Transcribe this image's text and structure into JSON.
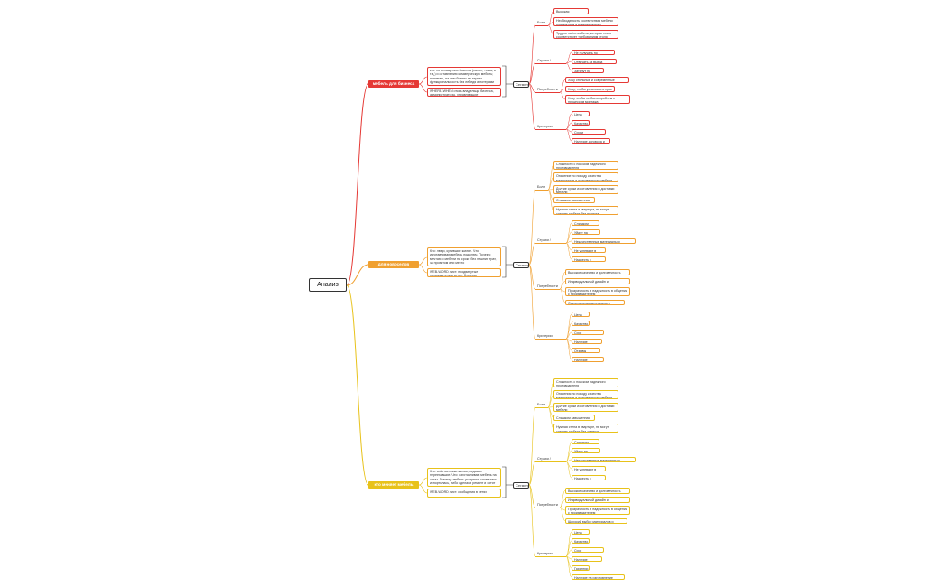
{
  "root": "Анализ ЦА",
  "colors": {
    "red": "#e53935",
    "orange": "#f0a030",
    "yellow": "#e8c21a",
    "root": "#333333"
  },
  "branches": [
    {
      "label": "мебель для бизнеса",
      "color": "red",
      "descriptions": [
        "кто: по оснащению бизнеса (салон, точка, и т.д.) и оставлению коммерческую мебель; понимаю, на чем бизнес не теряет функциональность без лебедя и потерями",
        "WHERE-WHEN отказ-владельцы бизнеса, администраторы, управляющие"
      ],
      "segment": "Сегмент",
      "categories": [
        {
          "name": "Боли",
          "items": [
            "Высокая конкуренция",
            "Необходимость соответствия мебели концепциям и поведенческим ожиданиям, что требует уникального и качественного продукта",
            "Трудно найти мебель, которая точно соответствует требованиям стиля"
          ]
        },
        {
          "name": "Страхи / возражения",
          "items": [
            "Не получить по ожиданиям",
            "Отвечать за выход бюджета",
            "Затянут по срокам"
          ]
        },
        {
          "name": "Потребности",
          "items": [
            "Хочу стильные и современные интерьеры",
            "Хочу, чтобы установка в срок",
            "Хочу чтобы не было проблем с процессом монтажа"
          ]
        },
        {
          "name": "Критерии выбора",
          "items": [
            "Цена",
            "Качество",
            "Сроки изготовления",
            "Наличие договора и ИП"
          ]
        }
      ]
    },
    {
      "label": "для новоселов",
      "color": "orange",
      "descriptions": [
        "Кто: люди, купившие жилье. Что: изготавливаю мебель под ключ. Почему: мечтаю о мебели на сроке без лишних трат, за проектом или место",
        "WEB-WORD лист: продвинутые пользователи в сетях, блогеры"
      ],
      "segment": "Сегмент",
      "categories": [
        {
          "name": "Боли",
          "items": [
            "Сложности с поиском надежного производителя",
            "Опасение по поводу качества материалов и долговечности мебели",
            "Долгие сроки изготовления и доставки мебели",
            "Слишком завышенная цена",
            "Нужная стена и квартира, не могут сделать мебель без проекта"
          ]
        },
        {
          "name": "Страхи / возражения",
          "items": [
            "Слишком дорого",
            "Уйдут на монтаж",
            "Некачественные материалы и исполнение",
            "Не успевают в срок",
            "Надоесть с мебелью"
          ]
        },
        {
          "name": "Потребности",
          "items": [
            "Высокое качество и долговечность мебели",
            "Индивидуальный дизайн и персонализация",
            "Прозрачность и надежность в общении с производителем",
            "Оригинальная материалы и фурнитура"
          ]
        },
        {
          "name": "Критерии выбора",
          "items": [
            "Цена",
            "Качество",
            "Срок изготовления",
            "Наличие гарантии",
            "Отзывы клиентов",
            "Наличие портфолио"
          ]
        }
      ]
    },
    {
      "label": "кто меняет мебель",
      "color": "yellow",
      "descriptions": [
        "Кто: собственники жилья, недавно переехавшие. Что: изготавливаю мебель на заказ. Почему: мебель устарела, сломалась, испортилась, либо сделали ремонт и хотят новую мебель",
        "WEB-WORD лист: сообщения в сетях"
      ],
      "segment": "Сегмент",
      "categories": [
        {
          "name": "Боли",
          "items": [
            "Сложность с поиском надежного производителя",
            "Опасения по поводу качества материалов и долговечности мебели",
            "Долгие сроки изготовления и доставки мебели",
            "Слишком завышенная цена",
            "Нужная стена в квартире, не могут сделать мебель без замеров"
          ]
        },
        {
          "name": "Страхи / возражения",
          "items": [
            "Слишком дорого",
            "Уйдут на монтаж",
            "Некачественные материалы и исполнение",
            "Не успевают в срок",
            "Надоесть с мебелью"
          ]
        },
        {
          "name": "Потребности",
          "items": [
            "Высокое качество и долговечность мебели",
            "Индивидуальный дизайн и персонализация",
            "Прозрачность и надежность в общении с производителем",
            "Широкий выбор материалов и фурнитуры"
          ]
        },
        {
          "name": "Критерии выбора",
          "items": [
            "Цена",
            "Качество",
            "Срок изготовления",
            "Наличие договора",
            "Гарантии",
            "Наличие на изготовление мебели"
          ]
        }
      ]
    }
  ]
}
